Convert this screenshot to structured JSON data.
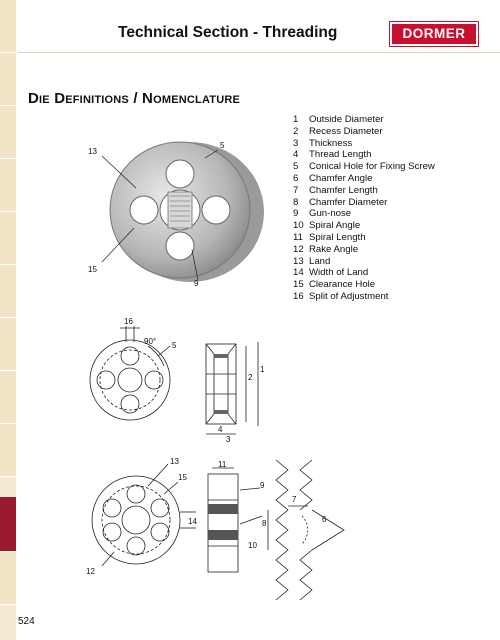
{
  "header": {
    "title": "Technical Section - Threading",
    "logo_text": "DORMER",
    "logo_color": "#c8102e"
  },
  "section_title": "Die Definitions / Nomenclature",
  "legend": [
    {
      "num": "1",
      "label": "Outside Diameter"
    },
    {
      "num": "2",
      "label": "Recess Diameter"
    },
    {
      "num": "3",
      "label": "Thickness"
    },
    {
      "num": "4",
      "label": "Thread Length"
    },
    {
      "num": "5",
      "label": "Conical Hole for Fixing Screw"
    },
    {
      "num": "6",
      "label": "Chamfer Angle"
    },
    {
      "num": "7",
      "label": "Chamfer Length"
    },
    {
      "num": "8",
      "label": "Chamfer Diameter"
    },
    {
      "num": "9",
      "label": "Gun-nose"
    },
    {
      "num": "10",
      "label": "Spiral Angle"
    },
    {
      "num": "11",
      "label": "Spiral Length"
    },
    {
      "num": "12",
      "label": "Rake Angle"
    },
    {
      "num": "13",
      "label": "Land"
    },
    {
      "num": "14",
      "label": "Width of Land"
    },
    {
      "num": "15",
      "label": "Clearance Hole"
    },
    {
      "num": "16",
      "label": "Split of Adjustment"
    }
  ],
  "figure_labels": {
    "photo": {
      "l13": "13",
      "l5": "5",
      "l15": "15",
      "l9": "9"
    },
    "front": {
      "l16": "16",
      "l90": "90°",
      "l5": "5"
    },
    "side": {
      "l1": "1",
      "l2": "2",
      "l4": "4",
      "l3": "3"
    },
    "bottom_front": {
      "l13": "13",
      "l15": "15",
      "l14": "14",
      "l12": "12"
    },
    "bottom_side": {
      "l11": "11",
      "l9": "9",
      "l10": "10"
    },
    "thread": {
      "l7": "7",
      "l6": "6",
      "l8": "8"
    }
  },
  "page_number": "524",
  "colors": {
    "tab": "#f1e4c6",
    "tab_active": "#9b1b2e"
  }
}
